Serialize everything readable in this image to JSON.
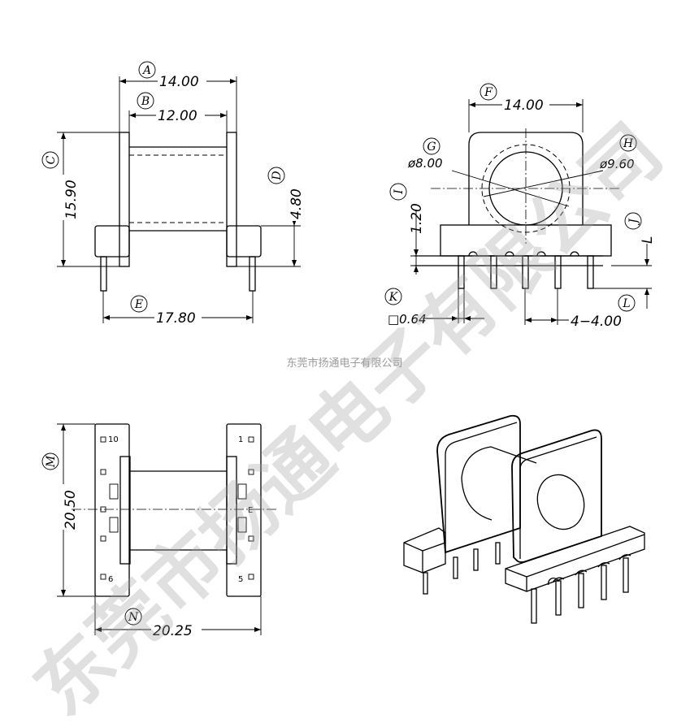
{
  "views": {
    "side": {
      "labels": {
        "A": "A",
        "B": "B",
        "C": "C",
        "D": "D",
        "E": "E"
      },
      "dims": {
        "A": "14.00",
        "B": "12.00",
        "C": "15.90",
        "D": "4.80",
        "E": "17.80"
      }
    },
    "front": {
      "labels": {
        "F": "F",
        "G": "G",
        "H": "H",
        "I": "I",
        "J": "J",
        "K": "K",
        "L": "L"
      },
      "dims": {
        "F": "14.00",
        "G": "ø8.00",
        "H": "ø9.60",
        "I": "1.20",
        "J": "L",
        "K": "□0.64",
        "L": "4−4.00"
      }
    },
    "bottom": {
      "labels": {
        "M": "M",
        "N": "N"
      },
      "dims": {
        "M": "20.50",
        "N": "20.25"
      },
      "pins": {
        "p10": "10",
        "p1": "1",
        "p6": "6",
        "p5": "5",
        "e": "E"
      }
    }
  },
  "watermark": {
    "small": "东莞市扬通电子有限公司",
    "large": "东莞市扬通电子有限公司"
  },
  "colors": {
    "line": "#000000",
    "watermark": "#a0a0a0"
  }
}
